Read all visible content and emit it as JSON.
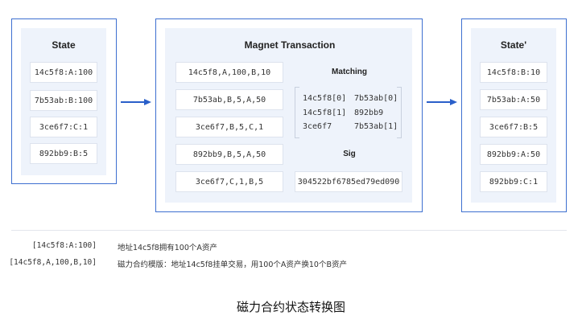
{
  "state": {
    "title": "State",
    "items": [
      "14c5f8:A:100",
      "7b53ab:B:100",
      "3ce6f7:C:1",
      "892bb9:B:5"
    ]
  },
  "transaction": {
    "title": "Magnet Transaction",
    "orders": [
      "14c5f8,A,100,B,10",
      "7b53ab,B,5,A,50",
      "3ce6f7,B,5,C,1",
      "892bb9,B,5,A,50",
      "3ce6f7,C,1,B,5"
    ],
    "matching": {
      "title": "Matching",
      "rows": [
        [
          "14c5f8[0]",
          "7b53ab[0]"
        ],
        [
          "14c5f8[1]",
          "892bb9"
        ],
        [
          "3ce6f7",
          "7b53ab[1]"
        ]
      ]
    },
    "sig": {
      "title": "Sig",
      "value": "304522bf6785ed79ed090"
    }
  },
  "state_next": {
    "title": "State'",
    "items": [
      "14c5f8:B:10",
      "7b53ab:A:50",
      "3ce6f7:B:5",
      "892bb9:A:50",
      "892bb9:C:1"
    ]
  },
  "legend": [
    {
      "code": "[14c5f8:A:100]",
      "desc": "地址14c5f8拥有100个A资产"
    },
    {
      "code": "[14c5f8,A,100,B,10]",
      "desc": "磁力合约模版：地址14c5f8挂单交易，用100个A资产换10个B资产"
    }
  ],
  "caption": "磁力合约状态转换图",
  "colors": {
    "accent": "#2a5fc9",
    "panel_bg": "#eef3fb",
    "cell_border": "#dde3ee"
  }
}
